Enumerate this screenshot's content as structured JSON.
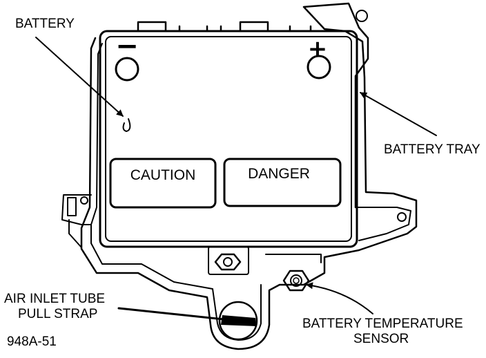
{
  "labels": {
    "battery": "BATTERY",
    "battery_tray": "BATTERY TRAY",
    "air_inlet_line1": "AIR INLET TUBE",
    "air_inlet_line2": "PULL STRAP",
    "temp_sensor_line1": "BATTERY TEMPERATURE",
    "temp_sensor_line2": "SENSOR",
    "figure_code": "948A-51"
  },
  "panels": {
    "caution": "CAUTION",
    "danger": "DANGER"
  },
  "terminals": {
    "negative": "−",
    "positive": "+"
  },
  "colors": {
    "ink": "#000000",
    "paper": "#ffffff"
  }
}
